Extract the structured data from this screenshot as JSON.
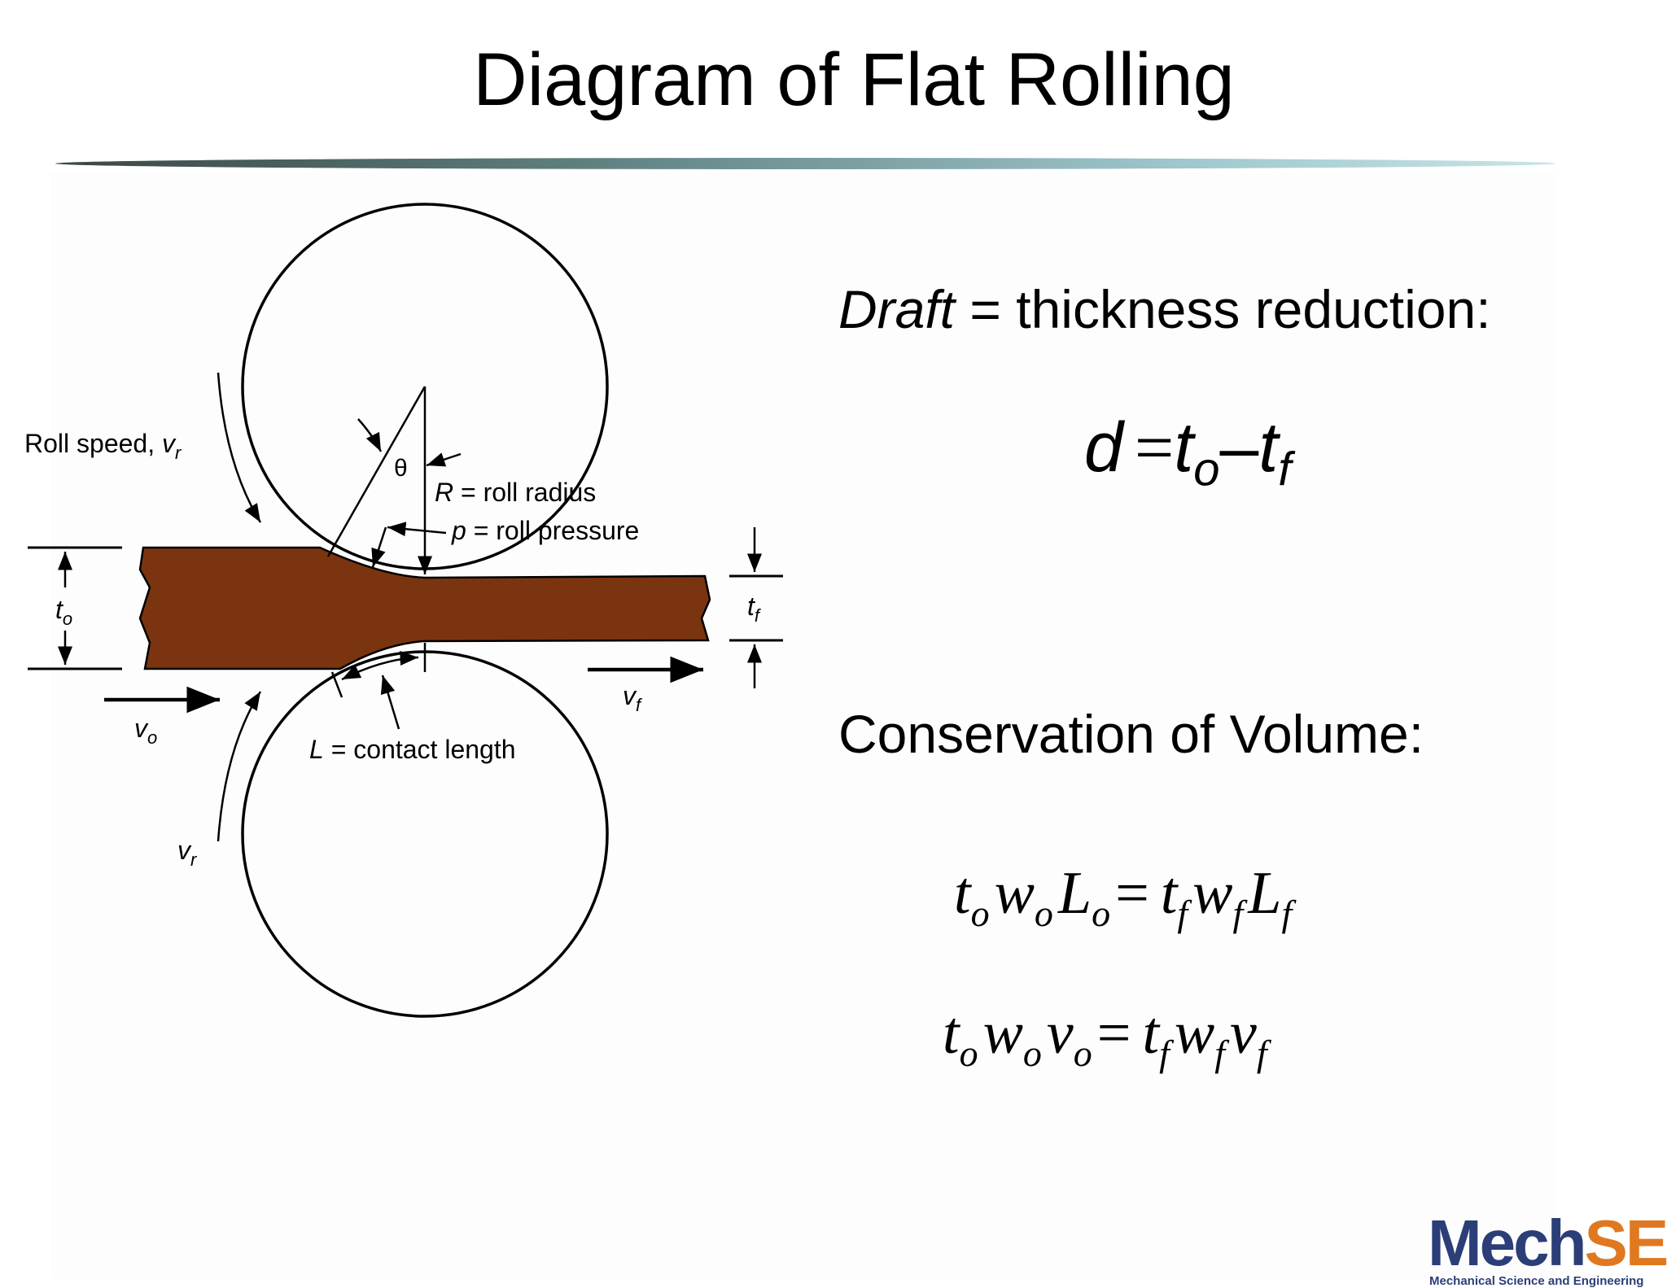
{
  "slide": {
    "title": "Diagram of Flat Rolling"
  },
  "diagram": {
    "roll_speed_label": "Roll speed, ",
    "roll_speed_symbol": "v",
    "roll_speed_sub": "r",
    "theta_label": "θ",
    "roll_radius_symbol": "R",
    "roll_radius_text": " = roll radius",
    "roll_pressure_symbol": "p",
    "roll_pressure_text": " = roll pressure",
    "contact_length_symbol": "L",
    "contact_length_text": " = contact length",
    "t_symbol": "t",
    "t_in_sub": "o",
    "t_out_sub": "f",
    "v_symbol": "v",
    "v_in_sub": "o",
    "v_out_sub": "f",
    "v_roll_sub": "r",
    "strip_color": "#7a3510"
  },
  "right": {
    "draft_italic": "Draft",
    "draft_text": " = thickness reduction:",
    "draft_eq": {
      "d": "d",
      "eq": "=",
      "t": "t",
      "o": "o",
      "minus": "–",
      "f": "f"
    },
    "conservation_title": "Conservation of Volume:",
    "eq1": {
      "t": "t",
      "w": "w",
      "L": "L",
      "o": "o",
      "f": "f",
      "eq": "="
    },
    "eq2": {
      "t": "t",
      "w": "w",
      "v": "v",
      "o": "o",
      "f": "f",
      "eq": "="
    }
  },
  "logo": {
    "main": "Mech",
    "accent": "SE",
    "tagline": "Mechanical Science and Engineering",
    "color_primary": "#2c3e78",
    "color_accent": "#e07820"
  }
}
